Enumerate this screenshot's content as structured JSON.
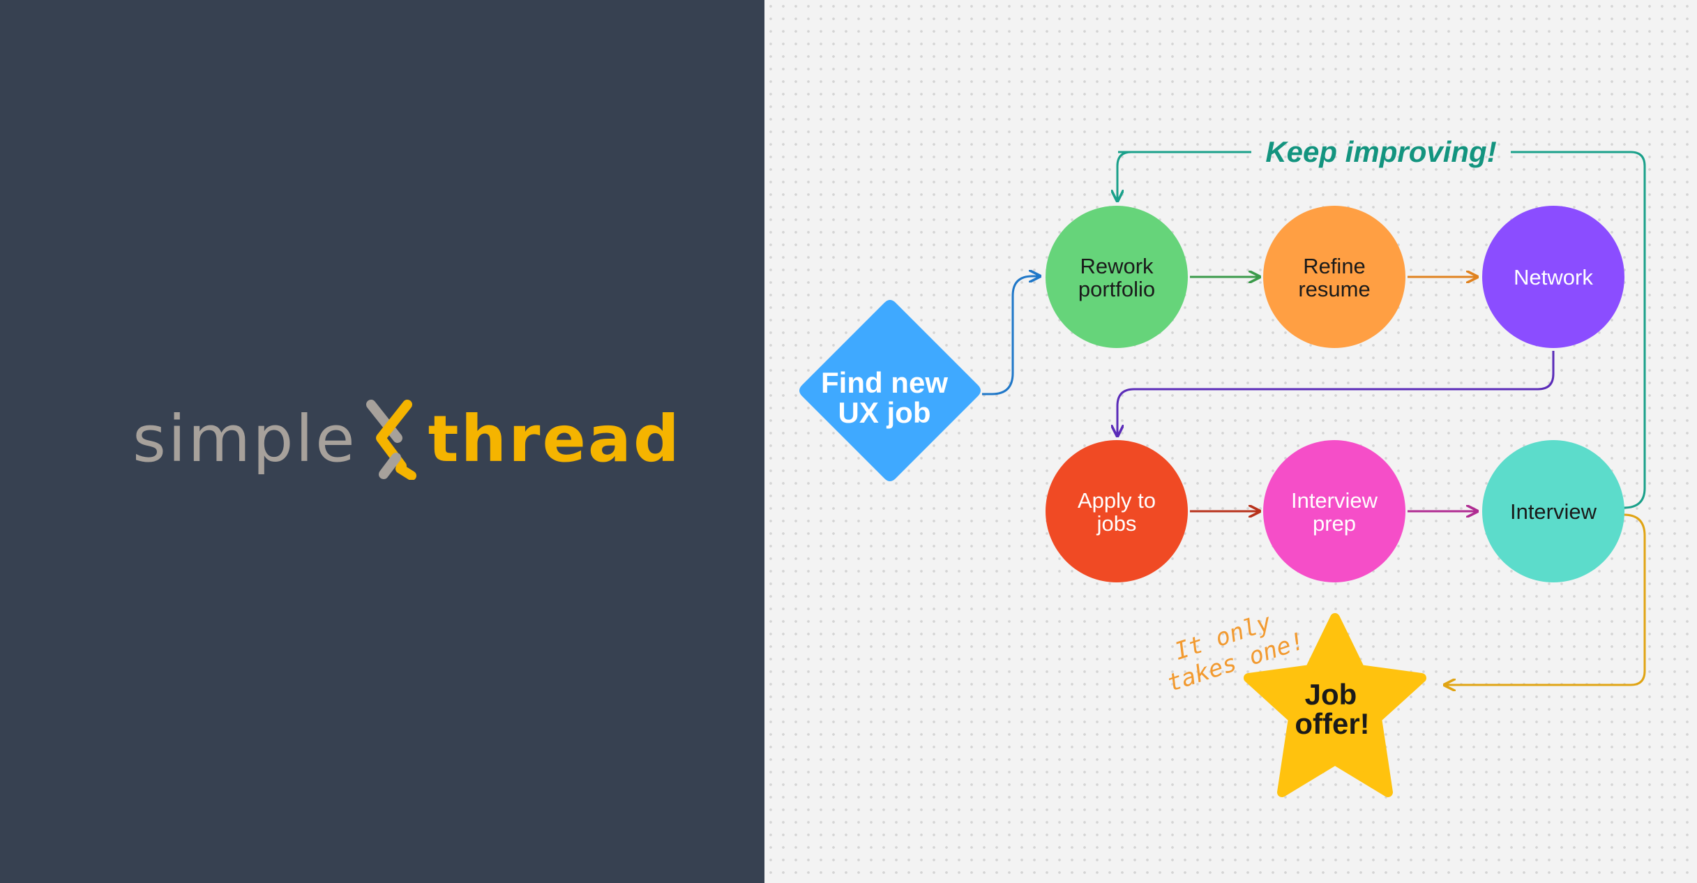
{
  "logo": {
    "word1": "simple",
    "word2": "thread",
    "colors": {
      "simple": "#a7a19b",
      "thread": "#f5b400",
      "background": "#374151"
    }
  },
  "diagram": {
    "start": {
      "line1": "Find new",
      "line2": "UX job",
      "color": "#3fa9ff"
    },
    "loop_label": "Keep improving!",
    "nodes": [
      {
        "key": "rework",
        "line1": "Rework",
        "line2": "portfolio",
        "color": "#66d47a",
        "text_color": "#1a1a1a"
      },
      {
        "key": "refine",
        "line1": "Refine",
        "line2": "resume",
        "color": "#ff9f43",
        "text_color": "#1a1a1a"
      },
      {
        "key": "network",
        "line1": "Network",
        "line2": "",
        "color": "#8b4dff",
        "text_color": "#ffffff"
      },
      {
        "key": "apply",
        "line1": "Apply to",
        "line2": "jobs",
        "color": "#f04a24",
        "text_color": "#ffffff"
      },
      {
        "key": "prep",
        "line1": "Interview",
        "line2": "prep",
        "color": "#f54ec8",
        "text_color": "#ffffff"
      },
      {
        "key": "interview",
        "line1": "Interview",
        "line2": "",
        "color": "#5cdccb",
        "text_color": "#1a1a1a"
      }
    ],
    "end": {
      "line1": "Job",
      "line2": "offer!",
      "color": "#ffc20e"
    },
    "annotation": {
      "line1": "It only",
      "line2": "takes one!",
      "color": "#f29a30"
    },
    "arrow_colors": {
      "start_to_rework": "#1f77c8",
      "rework_to_refine": "#3a9a4a",
      "refine_to_network": "#e0821f",
      "network_to_apply": "#5a2bb8",
      "apply_to_prep": "#b8331c",
      "prep_to_interview": "#b02c92",
      "loop": "#1aa08a",
      "to_offer": "#e0a414"
    }
  }
}
